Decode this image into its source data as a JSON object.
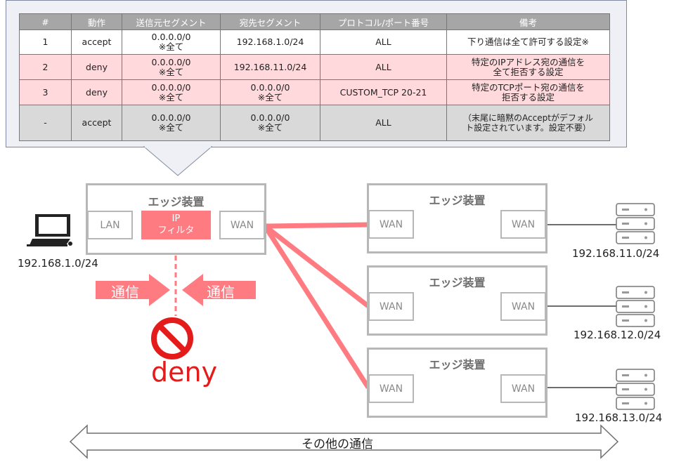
{
  "table": {
    "headers": [
      "#",
      "動作",
      "送信元セグメント",
      "宛先セグメント",
      "プロトコル/ポート番号",
      "備考"
    ],
    "rows": [
      {
        "no": "1",
        "action": "accept",
        "src1": "0.0.0.0/0",
        "src2": "※全て",
        "dst1": "192.168.1.0/24",
        "dst2": "",
        "proto": "ALL",
        "note1": "下り通信は全て許可する設定※",
        "note2": ""
      },
      {
        "no": "2",
        "action": "deny",
        "src1": "0.0.0.0/0",
        "src2": "※全て",
        "dst1": "192.168.11.0/24",
        "dst2": "",
        "proto": "ALL",
        "note1": "特定のIPアドレス宛の通信を",
        "note2": "全て拒否する設定"
      },
      {
        "no": "3",
        "action": "deny",
        "src1": "0.0.0.0/0",
        "src2": "※全て",
        "dst1": "0.0.0.0/0",
        "dst2": "※全て",
        "proto": "CUSTOM_TCP 20-21",
        "note1": "特定のTCPポート宛の通信を",
        "note2": "拒否する設定"
      },
      {
        "no": "-",
        "action": "accept",
        "src1": "0.0.0.0/0",
        "src2": "※全て",
        "dst1": "0.0.0.0/0",
        "dst2": "※全て",
        "proto": "ALL",
        "note1": "（末尾に暗黙のAcceptがデフォル",
        "note2": "ト設定されています。設定不要）"
      }
    ]
  },
  "diagram": {
    "edge_title": "エッジ装置",
    "lan_label": "LAN",
    "wan_label": "WAN",
    "ip_filter_line1": "IP",
    "ip_filter_line2": "フィルタ",
    "left_subnet": "192.168.1.0/24",
    "traffic_label": "通信",
    "deny_label": "deny",
    "subnets": [
      "192.168.11.0/24",
      "192.168.12.0/24",
      "192.168.13.0/24"
    ],
    "other_traffic": "その他の通信",
    "colors": {
      "accent": "#ff7b82",
      "deny_red": "#e41b1b",
      "box_gray": "#b7b7b7"
    }
  }
}
